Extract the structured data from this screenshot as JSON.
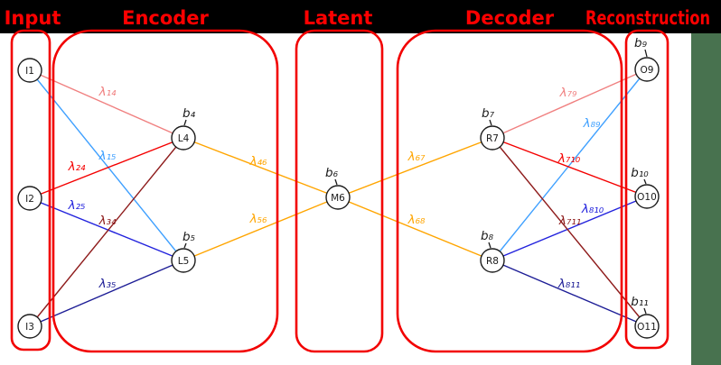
{
  "diagram": {
    "sections": [
      {
        "id": "input",
        "label": "Input"
      },
      {
        "id": "encoder",
        "label": "Encoder"
      },
      {
        "id": "latent",
        "label": "Latent"
      },
      {
        "id": "decoder",
        "label": "Decoder"
      },
      {
        "id": "reconstruction",
        "label": "Reconstruction"
      }
    ],
    "nodes": [
      {
        "id": "I1",
        "label": "I1"
      },
      {
        "id": "I2",
        "label": "I2"
      },
      {
        "id": "I3",
        "label": "I3"
      },
      {
        "id": "L4",
        "label": "L4",
        "bias": "b₄"
      },
      {
        "id": "L5",
        "label": "L5",
        "bias": "b₅"
      },
      {
        "id": "M6",
        "label": "M6",
        "bias": "b₆"
      },
      {
        "id": "R7",
        "label": "R7",
        "bias": "b₇"
      },
      {
        "id": "R8",
        "label": "R8",
        "bias": "b₈"
      },
      {
        "id": "O9",
        "label": "O9",
        "bias": "b₉"
      },
      {
        "id": "O10",
        "label": "O10",
        "bias": "b₁₀"
      },
      {
        "id": "O11",
        "label": "O11",
        "bias": "b₁₁"
      }
    ],
    "edges": [
      {
        "from": "I1",
        "to": "L4",
        "label": "λ₁₄",
        "color": "#f08080"
      },
      {
        "from": "I1",
        "to": "L5",
        "label": "λ₁₅",
        "color": "#3fa0ff"
      },
      {
        "from": "I2",
        "to": "L4",
        "label": "λ₂₄",
        "color": "#f40000"
      },
      {
        "from": "I2",
        "to": "L5",
        "label": "λ₂₅",
        "color": "#2222dd"
      },
      {
        "from": "I3",
        "to": "L4",
        "label": "λ₃₄",
        "color": "#8e1b1b"
      },
      {
        "from": "I3",
        "to": "L5",
        "label": "λ₃₅",
        "color": "#1d1d96"
      },
      {
        "from": "L4",
        "to": "M6",
        "label": "λ₄₆",
        "color": "#ffa500"
      },
      {
        "from": "L5",
        "to": "M6",
        "label": "λ₅₆",
        "color": "#ffa500"
      },
      {
        "from": "M6",
        "to": "R7",
        "label": "λ₆₇",
        "color": "#ffa500"
      },
      {
        "from": "M6",
        "to": "R8",
        "label": "λ₆₈",
        "color": "#ffa500"
      },
      {
        "from": "R7",
        "to": "O9",
        "label": "λ₇₉",
        "color": "#f08080"
      },
      {
        "from": "R8",
        "to": "O9",
        "label": "λ₈₉",
        "color": "#3fa0ff"
      },
      {
        "from": "R7",
        "to": "O10",
        "label": "λ₇₁₀",
        "color": "#f40000"
      },
      {
        "from": "R8",
        "to": "O10",
        "label": "λ₈₁₀",
        "color": "#2222dd"
      },
      {
        "from": "R7",
        "to": "O11",
        "label": "λ₇₁₁",
        "color": "#8e1b1b"
      },
      {
        "from": "R8",
        "to": "O11",
        "label": "λ₈₁₁",
        "color": "#1d1d96"
      }
    ],
    "colors": {
      "section_border": "#f20000",
      "section_title": "#ff0000",
      "node_border": "#1a1a1a",
      "top_band": "#000000",
      "right_strip": "#48724f",
      "background": "#ffffff",
      "orange": "#ffa500"
    }
  }
}
